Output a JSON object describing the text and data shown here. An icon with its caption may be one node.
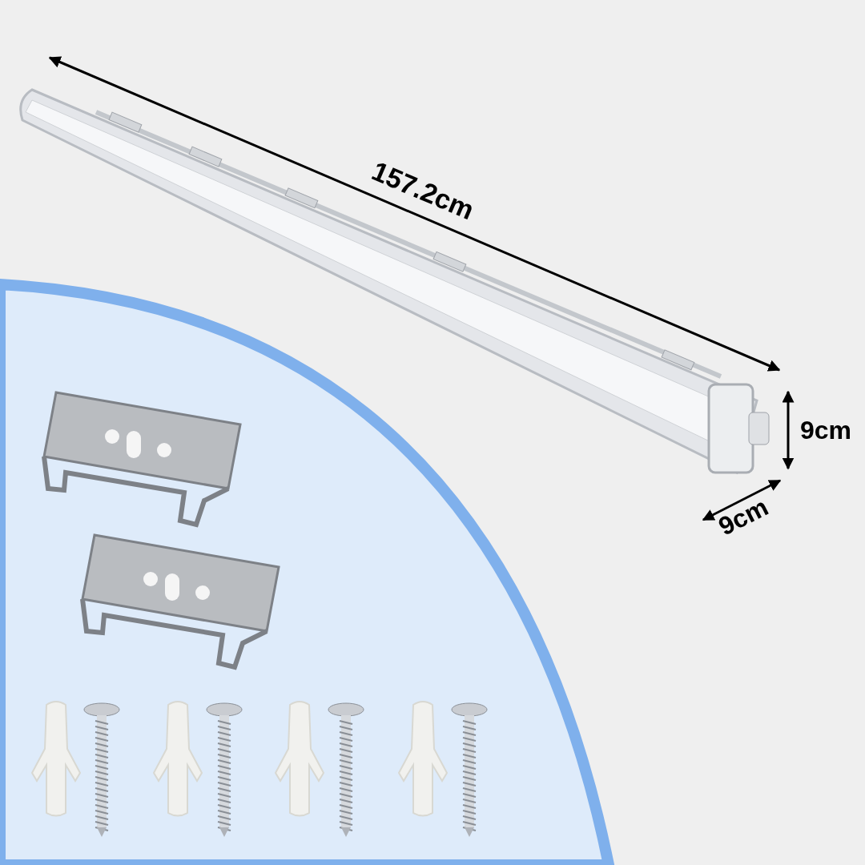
{
  "diagram": {
    "labels": [
      "157.2cm",
      "9cm",
      "9cm"
    ]
  }
}
